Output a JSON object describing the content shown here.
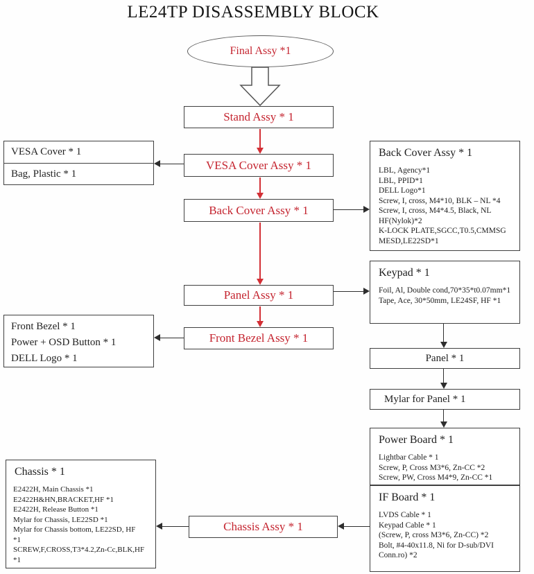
{
  "title": "LE24TP DISASSEMBLY BLOCK",
  "colors": {
    "accent_red": "#c4242f",
    "connector_line": "#2e2e2e",
    "box_border": "#3f3f3f",
    "background": "#fefefe"
  },
  "flow": {
    "final_assy": "Final Assy *1",
    "stand_assy": "Stand Assy * 1",
    "vesa_cover_assy": "VESA Cover Assy * 1",
    "back_cover_assy": "Back Cover Assy * 1",
    "panel_assy": "Panel Assy * 1",
    "front_bezel_assy": "Front Bezel Assy * 1",
    "chassis_assy": "Chassis Assy * 1"
  },
  "details": {
    "vesa_cover": {
      "rows": [
        "VESA Cover * 1",
        "Bag, Plastic * 1"
      ]
    },
    "front_bezel": {
      "rows": [
        "Front Bezel * 1",
        "Power + OSD Button * 1",
        "DELL Logo * 1"
      ]
    },
    "back_cover": {
      "title": "Back Cover Assy * 1",
      "lines": [
        "LBL, Agency*1",
        "LBL, PPID*1",
        "DELL Logo*1",
        "Screw, I, cross, M4*10, BLK – NL *4",
        "Screw, I, cross, M4*4.5, Black, NL",
        "HF(Nylok)*2",
        "K-LOCK PLATE,SGCC,T0.5,CMMSG",
        "MESD,LE22SD*1"
      ]
    },
    "keypad": {
      "title": "Keypad * 1",
      "lines": [
        "Foil, Al, Double cond,70*35*t0.07mm*1",
        "Tape, Ace, 30*50mm, LE24SF, HF *1"
      ]
    },
    "panel": {
      "title": "Panel * 1"
    },
    "mylar_for_panel": {
      "title": "Mylar for Panel * 1"
    },
    "power_board": {
      "title": "Power Board * 1",
      "lines": [
        "Lightbar Cable * 1",
        "Screw, P, Cross M3*6, Zn-CC *2",
        "Screw, PW, Cross M4*9, Zn-CC *1"
      ]
    },
    "if_board": {
      "title": "IF Board * 1",
      "lines": [
        "LVDS Cable * 1",
        "Keypad Cable * 1",
        "(Screw, P, cross M3*6, Zn-CC) *2",
        "Bolt, #4-40x11.8, Ni for D-sub/DVI",
        "Conn.ro) *2"
      ]
    },
    "chassis": {
      "title": "Chassis * 1",
      "lines": [
        "E2422H, Main Chassis *1",
        "E2422H&HN,BRACKET,HF *1",
        "E2422H, Release Button *1",
        "Mylar for Chassis, LE22SD *1",
        "Mylar for Chassis bottom, LE22SD, HF",
        "*1",
        "SCREW,F,CROSS,T3*4.2,Zn-Cc,BLK,HF",
        "*1"
      ]
    }
  }
}
